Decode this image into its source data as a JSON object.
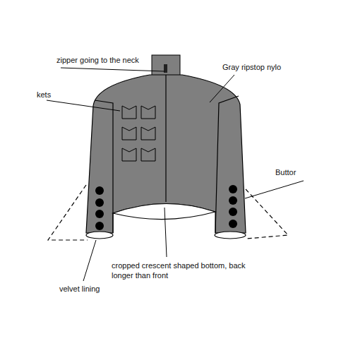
{
  "diagram": {
    "labels": [
      "zipper going to the neck",
      "Gray ripstop nylo",
      "kets",
      "Buttor",
      "cropped crescent shaped bottom, back longer than front",
      "velvet lining"
    ]
  }
}
